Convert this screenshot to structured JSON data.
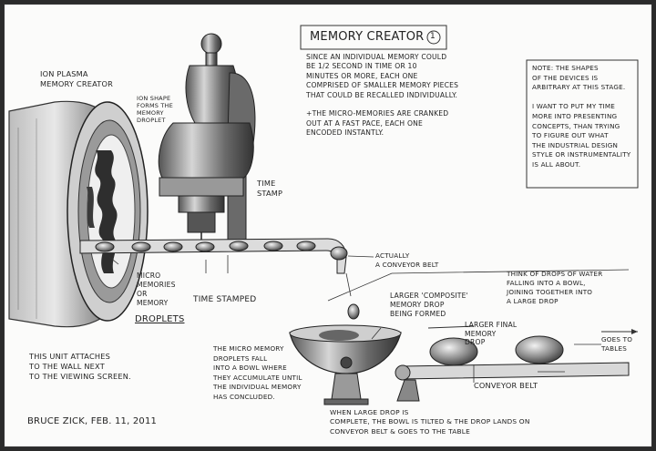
{
  "title": "MEMORY CREATOR",
  "title_badge": "1",
  "labels": {
    "ion_plasma": "ION PLASMA\nMEMORY CREATOR",
    "ion_shape": "ION SHAPE\nFORMS THE\nMEMORY\nDROPLET",
    "time_stamp": "TIME\nSTAMP",
    "actually_conveyor": "ACTUALLY\nA CONVEYOR BELT",
    "micro_memories": "MICRO\nMEMORIES\nOR\nMEMORY",
    "droplets": "DROPLETS",
    "time_stamped": "TIME STAMPED",
    "composite": "LARGER 'COMPOSITE'\nMEMORY DROP\nBEING FORMED",
    "think_of": "THINK OF DROPS OF WATER\nFALLING INTO A BOWL,\nJOINING TOGETHER INTO\nA LARGE DROP",
    "larger_final": "LARGER FINAL\nMEMORY\nDROP",
    "goes_to_tables": "GOES TO\nTABLES",
    "conveyor_belt": "CONVEYOR BELT",
    "bowl_explanation": "THE MICRO MEMORY\nDROPLETS FALL\nINTO A BOWL WHERE\nTHEY ACCUMULATE UNTIL\nTHE INDIVIDUAL MEMORY\nHAS CONCLUDED.",
    "attaches": "THIS UNIT ATTACHES\nTO THE WALL NEXT\nTO THE VIEWING SCREEN.",
    "bottom_caption": "WHEN LARGE DROP IS\nCOMPLETE, THE BOWL IS TILTED & THE DROP LANDS ON\nCONVEYOR BELT & GOES TO THE TABLE",
    "signature": "BRUCE ZICK, FEB. 11, 2011"
  },
  "description_text": "SINCE AN INDIVIDUAL MEMORY COULD\nBE 1/2 SECOND IN TIME OR 10\nMINUTES OR MORE, EACH ONE\nCOMPRISED OF SMALLER MEMORY PIECES\nTHAT COULD BE RECALLED INDIVIDUALLY.\n\n+THE MICRO-MEMORIES ARE CRANKED\nOUT AT A FAST PACE, EACH ONE\nENCODED INSTANTLY.",
  "note": "NOTE: THE SHAPES\nOF THE DEVICES IS\nARBITRARY AT THIS STAGE.\n\nI WANT TO PUT MY TIME\nMORE INTO PRESENTING\nCONCEPTS, THAN TRYING\nTO FIGURE OUT WHAT\nTHE INDUSTRIAL DESIGN\nSTYLE OR INSTRUMENTALITY\nIS ALL ABOUT."
}
